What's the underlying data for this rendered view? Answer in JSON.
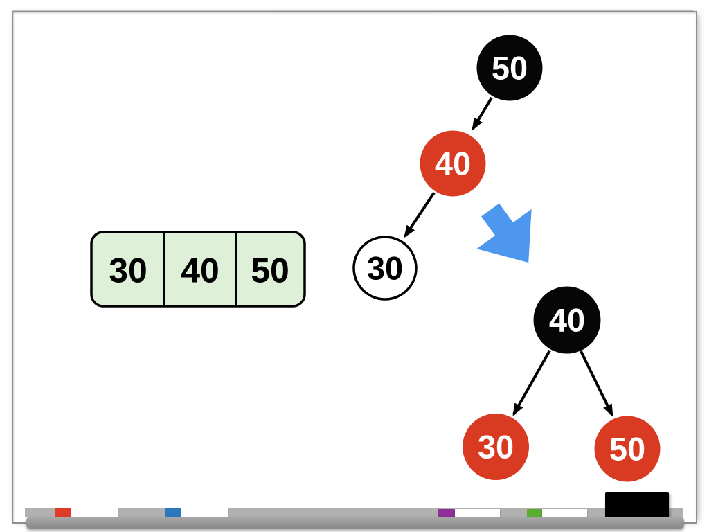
{
  "colors": {
    "node_black": "#060606",
    "node_red": "#d93a22",
    "node_white": "#ffffff",
    "array_fill": "#dff0d9",
    "edge_black": "#000000",
    "frame_gray": "#b7b7b7",
    "tray_gray": "#979797"
  },
  "array_box": {
    "cells": [
      "30",
      "40",
      "50"
    ]
  },
  "tree_before": {
    "nodes": [
      {
        "label": "50",
        "fill": "#060606",
        "text_color": "#ffffff"
      },
      {
        "label": "40",
        "fill": "#d93a22",
        "text_color": "#ffffff"
      },
      {
        "label": "30",
        "fill": "#ffffff",
        "text_color": "#000000"
      }
    ]
  },
  "transform_arrow": {
    "color": "#4d97ee",
    "direction": "down-right"
  },
  "tree_after": {
    "nodes": [
      {
        "label": "40",
        "fill": "#060606",
        "text_color": "#ffffff"
      },
      {
        "label": "30",
        "fill": "#d93a22",
        "text_color": "#ffffff"
      },
      {
        "label": "50",
        "fill": "#d93a22",
        "text_color": "#ffffff"
      }
    ]
  },
  "tray": {
    "marker_caps": [
      "#e03b27",
      "#2e77be",
      "#8e3095",
      "#5bac33"
    ],
    "marker_body": "#ffffff",
    "eraser": "#000000"
  }
}
